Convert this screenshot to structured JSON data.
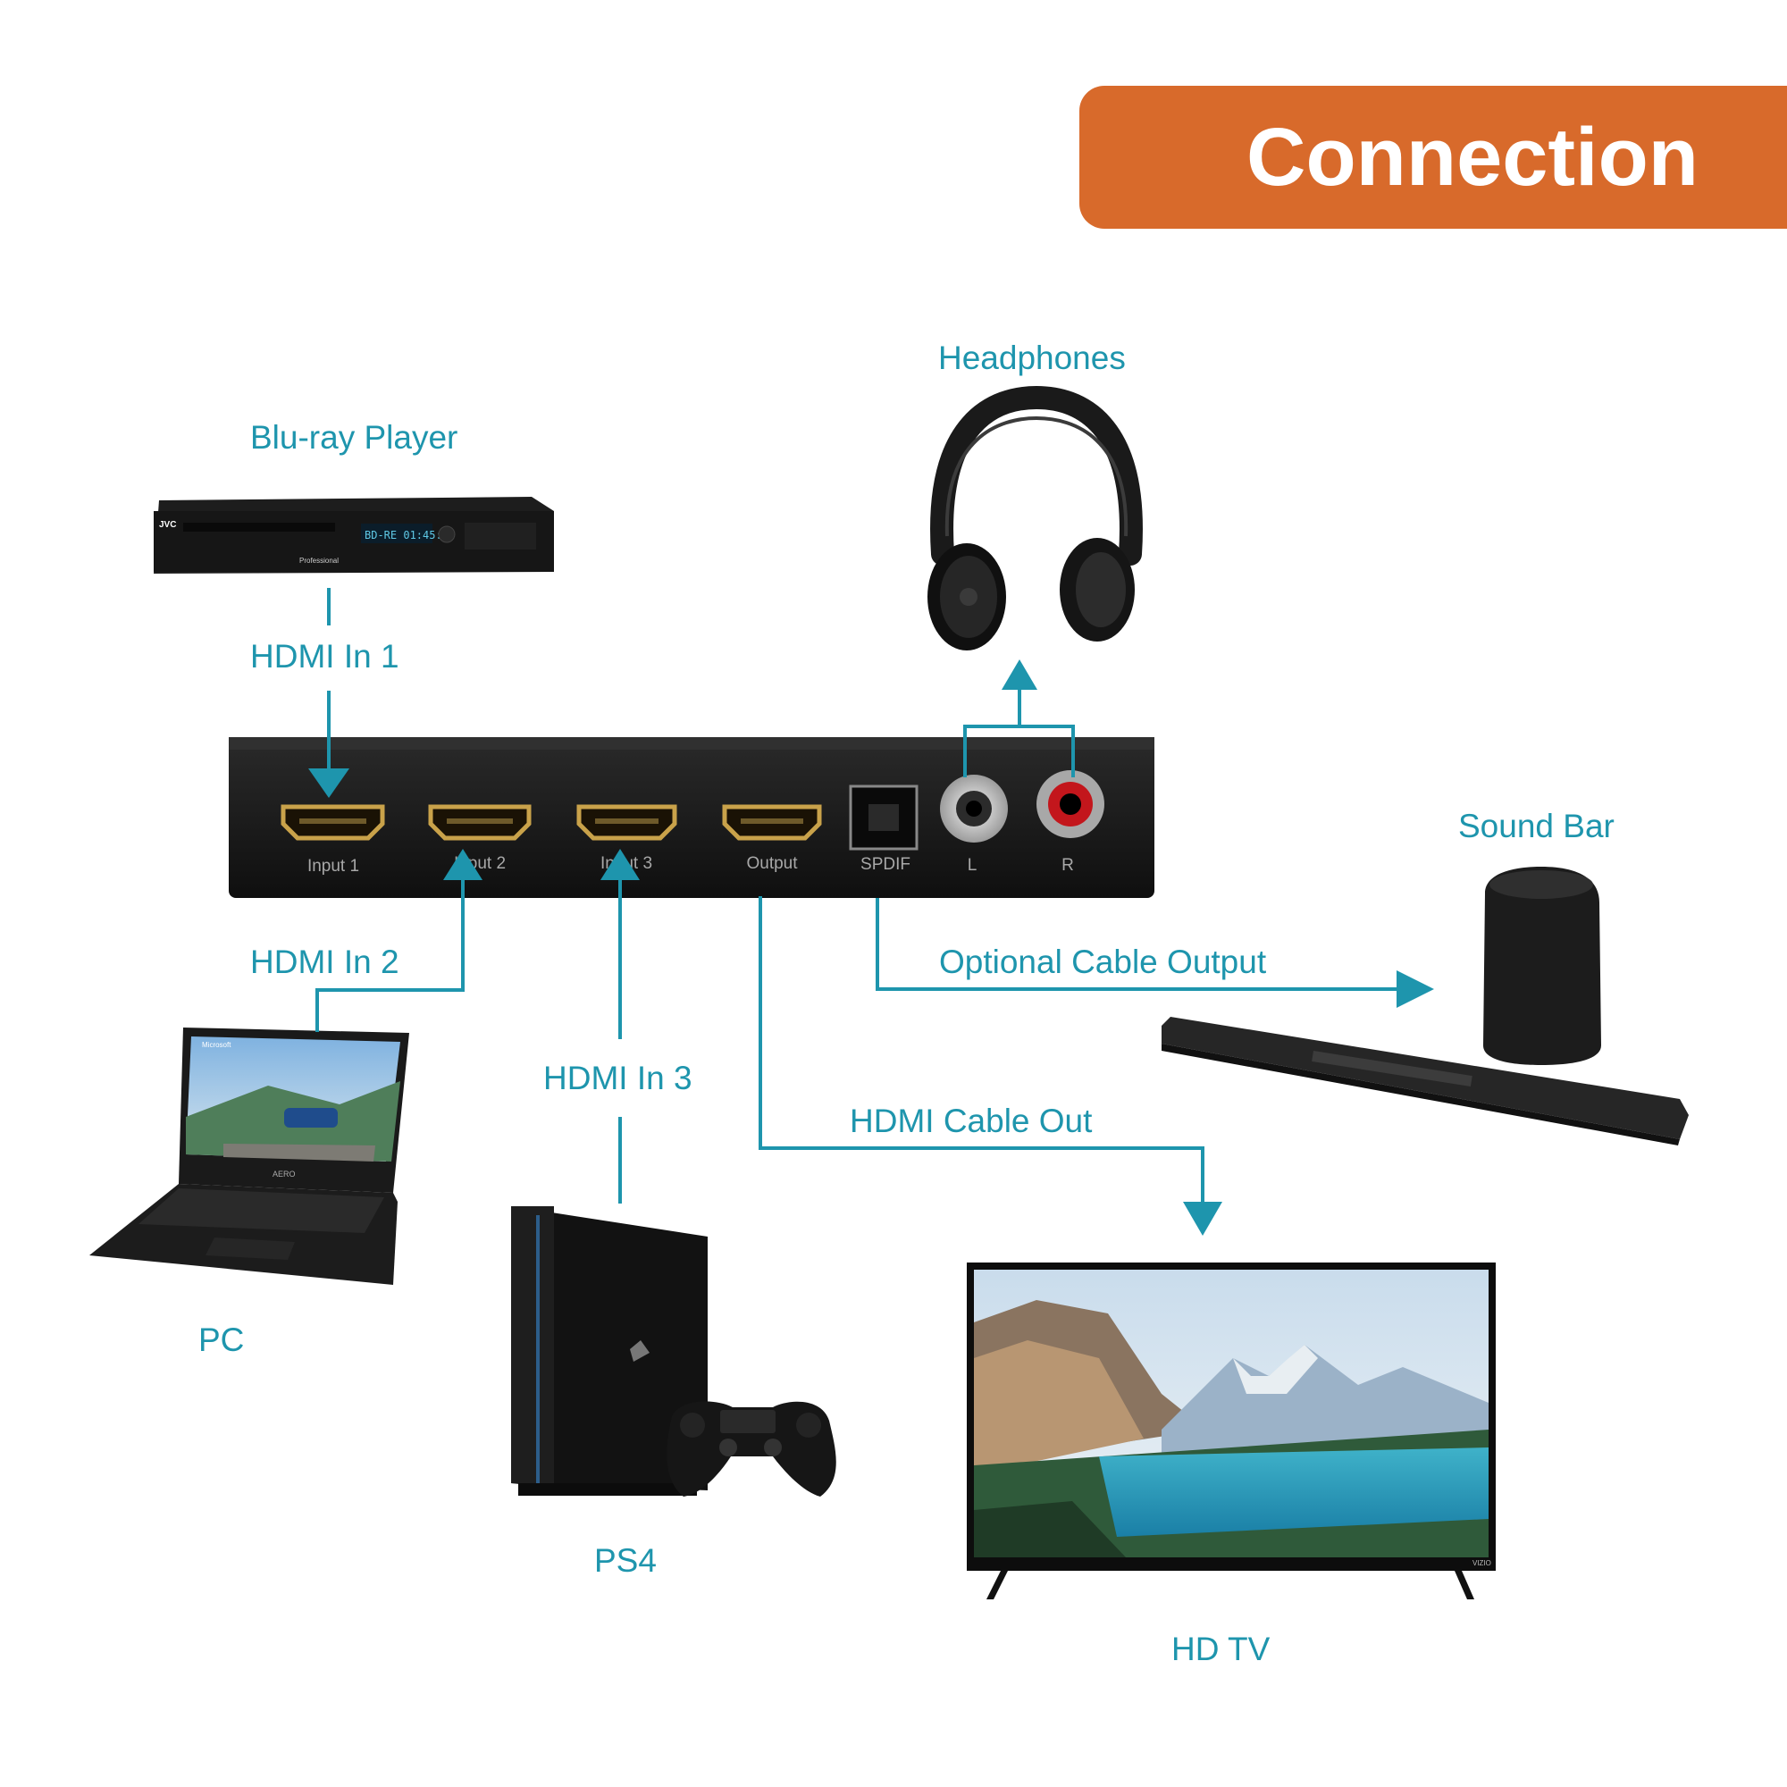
{
  "banner": {
    "title": "Connection"
  },
  "devices": {
    "bluray": "Blu-ray Player",
    "headphones": "Headphones",
    "soundbar": "Sound Bar",
    "pc": "PC",
    "ps4": "PS4",
    "tv": "HD TV"
  },
  "connections": {
    "hdmi_in_1": "HDMI In 1",
    "hdmi_in_2": "HDMI In 2",
    "hdmi_in_3": "HDMI In 3",
    "optional_out": "Optional Cable Output",
    "hdmi_out": "HDMI Cable Out"
  },
  "switch_ports": {
    "input1": "Input 1",
    "input2": "Input 2",
    "input3": "Input 3",
    "output": "Output",
    "spdif": "SPDIF",
    "left": "L",
    "right": "R"
  },
  "product_text": {
    "bluray_brand": "JVC",
    "bluray_display": "BD-RE 01:45:28",
    "bluray_badge": "Professional",
    "laptop_brand": "AERO",
    "laptop_screen_logo": "Microsoft",
    "tv_brand": "VIZIO"
  },
  "colors": {
    "accent": "#1e95ad",
    "banner": "#d86a2b",
    "device_body": "#1b1b1b",
    "hdmi_gold": "#c9a24a"
  }
}
